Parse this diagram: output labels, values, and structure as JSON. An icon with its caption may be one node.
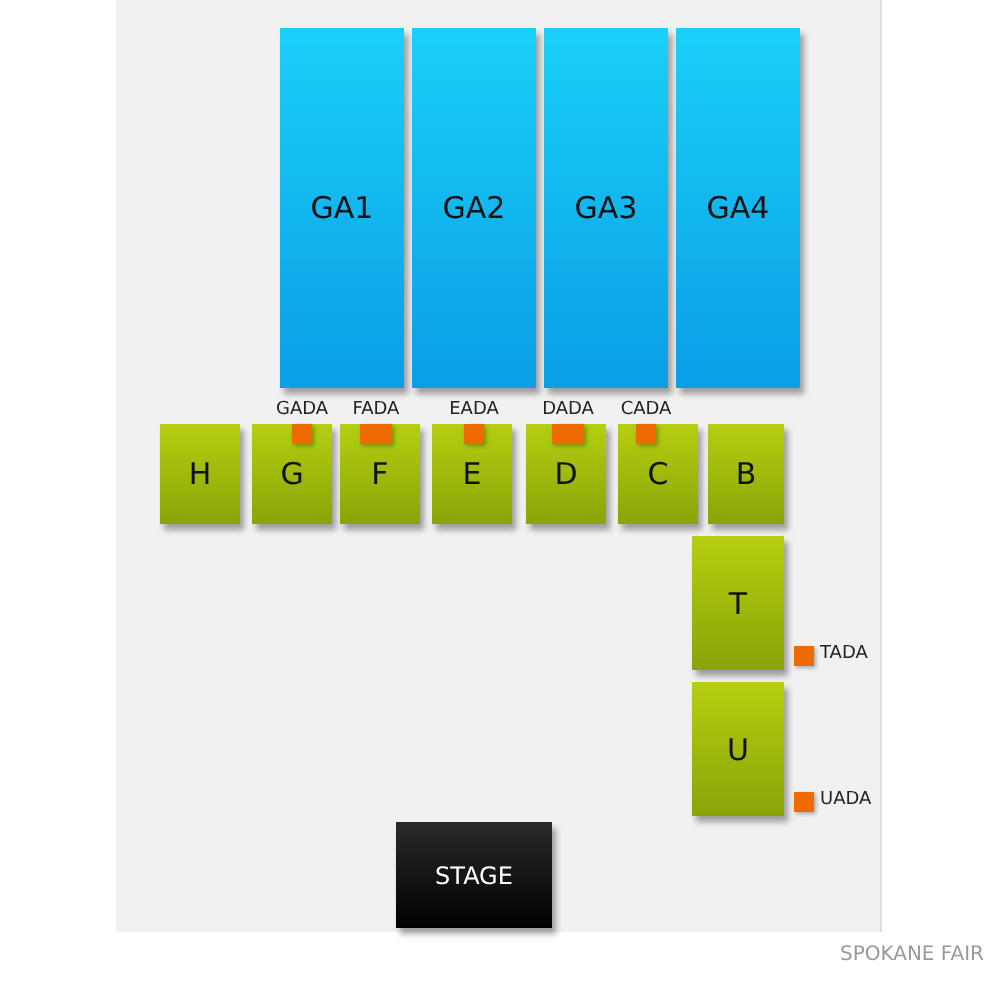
{
  "diagram": {
    "caption": "SPOKANE FAIR",
    "nodes": [
      {
        "text": [
          "GA1"
        ]
      },
      {
        "text": [
          "GA2"
        ]
      },
      {
        "text": [
          "GA3"
        ]
      },
      {
        "text": [
          "GA4"
        ]
      },
      {
        "text": [
          "H"
        ]
      },
      {
        "text": [
          "G"
        ]
      },
      {
        "text": [
          "F"
        ]
      },
      {
        "text": [
          "E"
        ]
      },
      {
        "text": [
          "D"
        ]
      },
      {
        "text": [
          "C"
        ]
      },
      {
        "text": [
          "B"
        ]
      },
      {
        "text": [
          "T"
        ]
      },
      {
        "text": [
          "U"
        ]
      },
      {
        "text": [
          "STAGE"
        ]
      },
      {
        "text": [
          "GADA"
        ],
        "in": 5
      },
      {
        "text": [
          "FADA"
        ],
        "in": 6
      },
      {
        "text": [
          "EADA"
        ],
        "in": 7
      },
      {
        "text": [
          "DADA"
        ],
        "in": 8
      },
      {
        "text": [
          "CADA"
        ],
        "in": 9
      },
      {
        "text": [
          "TADA"
        ]
      },
      {
        "text": [
          "UADA"
        ]
      }
    ],
    "edges": []
  }
}
